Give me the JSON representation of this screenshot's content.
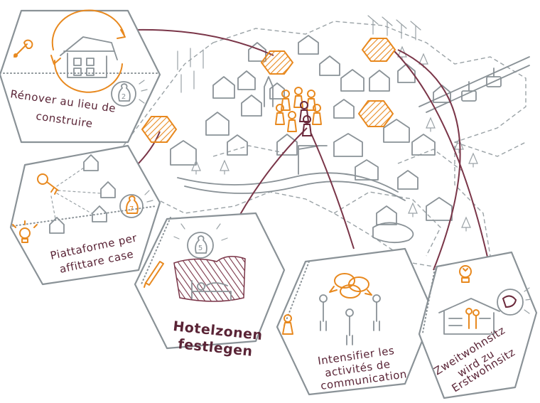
{
  "cards": [
    {
      "id": "renovate",
      "lines": [
        "Rénover au lieu de",
        "construire"
      ],
      "badge": "2",
      "badge_icon": "piggy-bank-icon"
    },
    {
      "id": "platform",
      "lines": [
        "Piattaforme per",
        "affittare case"
      ],
      "badge": "7",
      "badge_icon": "piggy-bank-icon"
    },
    {
      "id": "hotel",
      "lines": [
        "Hotelzonen",
        "festlegen"
      ],
      "badge": "5",
      "badge_icon": "piggy-bank-icon"
    },
    {
      "id": "communication",
      "lines": [
        "Intensifier les",
        "activités de",
        "communication"
      ]
    },
    {
      "id": "residence",
      "lines": [
        "Zweitwohnsitz",
        "wird zu",
        "Erstwohnsitz"
      ]
    }
  ],
  "colors": {
    "accent": "#e8891f",
    "text": "#5a2436",
    "connector": "#7a3548",
    "line": "#8a9297"
  }
}
